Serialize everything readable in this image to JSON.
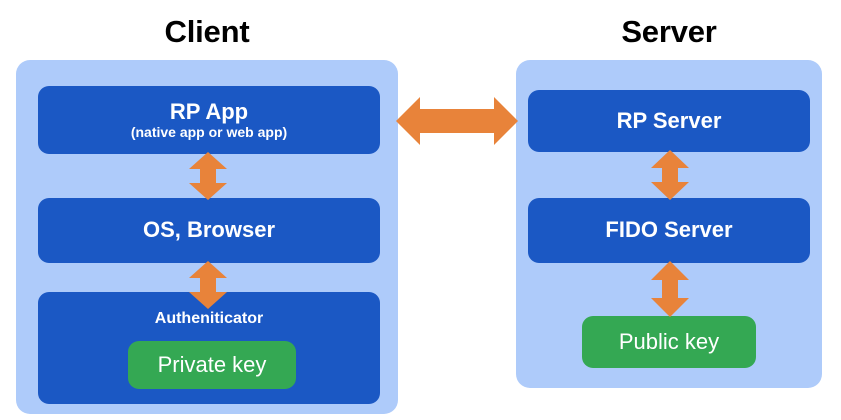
{
  "diagram": {
    "title_client": "Client",
    "title_server": "Server",
    "colors": {
      "panel_background": "#AECBFA",
      "box_background": "#1B58C4",
      "key_background": "#34A853",
      "arrow": "#E8833A",
      "title_text": "#000000",
      "box_text": "#FFFFFF",
      "page_background": "#FFFFFF"
    }
  },
  "client": {
    "panel_label": "Client",
    "boxes": [
      {
        "id": "rp-app",
        "title": "RP App",
        "subtitle": "(native app or web app)"
      },
      {
        "id": "os-browser",
        "title": "OS, Browser",
        "subtitle": ""
      },
      {
        "id": "authenticator",
        "title": "Autheniticator",
        "subtitle": ""
      }
    ],
    "key_chip": {
      "id": "private-key",
      "label": "Private key"
    }
  },
  "server": {
    "panel_label": "Server",
    "boxes": [
      {
        "id": "rp-server",
        "title": "RP Server",
        "subtitle": ""
      },
      {
        "id": "fido-server",
        "title": "FIDO Server",
        "subtitle": ""
      }
    ],
    "key_chip": {
      "id": "public-key",
      "label": "Public key"
    }
  },
  "arrows": [
    {
      "id": "rp-app-to-os-browser",
      "orientation": "vertical",
      "direction": "bidirectional",
      "from": "RP App",
      "to": "OS, Browser"
    },
    {
      "id": "os-browser-to-authenticator",
      "orientation": "vertical",
      "direction": "bidirectional",
      "from": "OS, Browser",
      "to": "Autheniticator"
    },
    {
      "id": "rp-app-to-rp-server",
      "orientation": "horizontal",
      "direction": "bidirectional",
      "from": "RP App",
      "to": "RP Server"
    },
    {
      "id": "rp-server-to-fido-server",
      "orientation": "vertical",
      "direction": "bidirectional",
      "from": "RP Server",
      "to": "FIDO Server"
    },
    {
      "id": "fido-server-to-public-key",
      "orientation": "vertical",
      "direction": "bidirectional",
      "from": "FIDO Server",
      "to": "Public key"
    }
  ]
}
